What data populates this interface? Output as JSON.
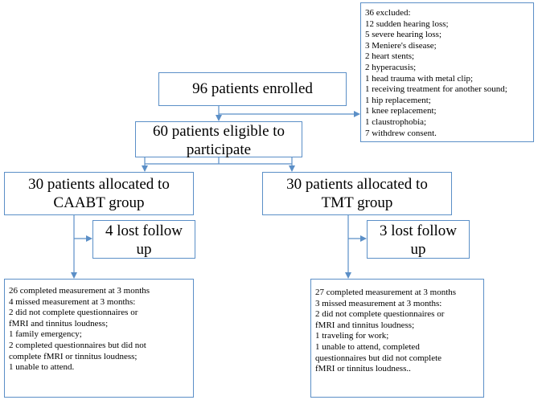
{
  "diagram": {
    "colors": {
      "line": "#5b8fc7",
      "text": "#000000",
      "background": "#ffffff"
    },
    "enrolled": {
      "lines": [
        "96 patients enrolled"
      ]
    },
    "eligible": {
      "lines": [
        "60 patients eligible to",
        "participate"
      ]
    },
    "excluded": {
      "lines": [
        "36 excluded:",
        "12 sudden hearing loss;",
        "5 severe hearing loss;",
        "3 Meniere's disease;",
        "2 heart stents;",
        "2 hyperacusis;",
        "1 head trauma with metal clip;",
        "1 receiving treatment for another sound;",
        "1 hip replacement;",
        "1 knee replacement;",
        "1 claustrophobia;",
        "7 withdrew consent."
      ]
    },
    "caabt": {
      "lines": [
        "30 patients allocated to",
        "CAABT group"
      ]
    },
    "tmt": {
      "lines": [
        "30 patients allocated to",
        "TMT group"
      ]
    },
    "caabt_lost": {
      "lines": [
        "4 lost follow",
        "up"
      ]
    },
    "tmt_lost": {
      "lines": [
        "3 lost follow",
        "up"
      ]
    },
    "caabt_result": {
      "lines": [
        "26 completed measurement at 3 months",
        "4 missed measurement at 3 months:",
        "2 did not complete questionnaires or",
        "fMRI and tinnitus loudness;",
        "1 family emergency;",
        "2 completed questionnaires but did not",
        "complete fMRI or tinnitus loudness;",
        "1 unable to attend."
      ]
    },
    "tmt_result": {
      "lines": [
        "27 completed measurement at 3 months",
        "3 missed measurement at 3 months:",
        "2 did not complete questionnaires or",
        "fMRI and tinnitus loudness;",
        "1 traveling for work;",
        "1 unable to attend, completed",
        "questionnaires but did not complete",
        "fMRI or tinnitus loudness.."
      ]
    }
  }
}
